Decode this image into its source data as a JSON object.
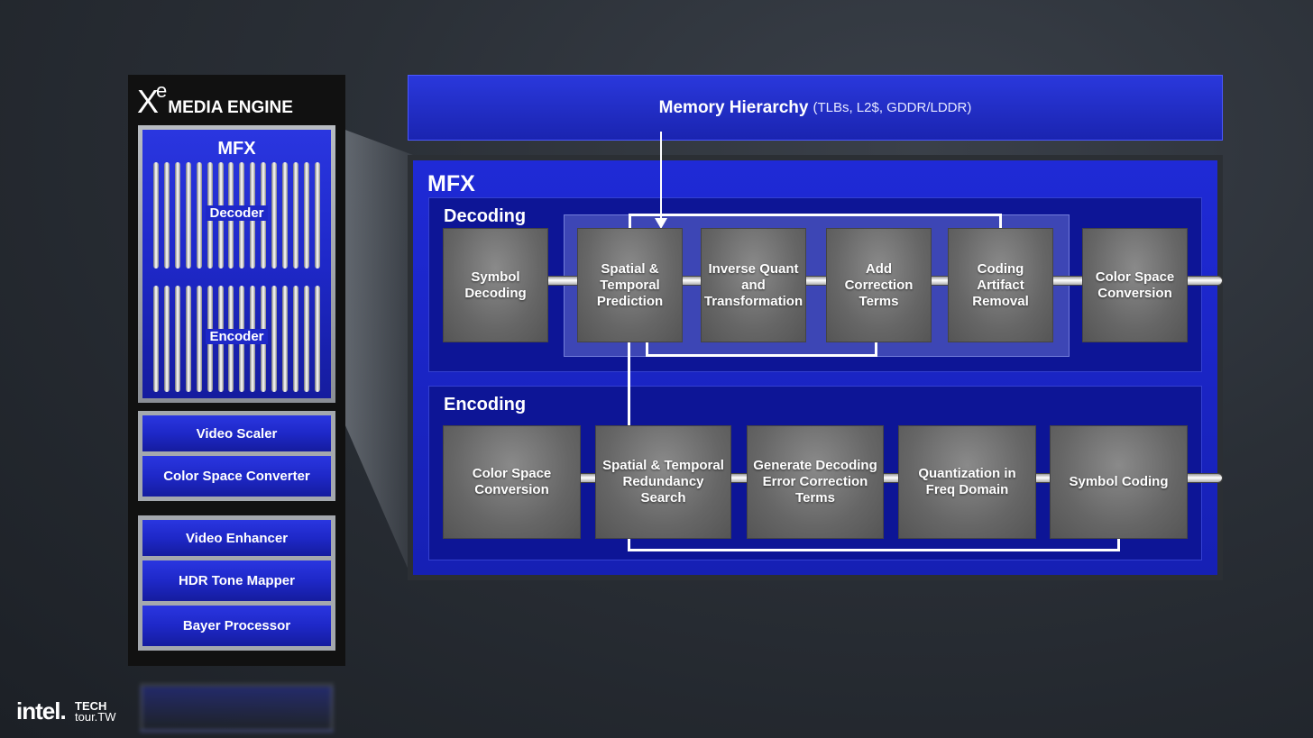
{
  "engine": {
    "title_xe": "X",
    "title_sup": "e",
    "title_rest": "MEDIA ENGINE",
    "mfx_label": "MFX",
    "decoder_label": "Decoder",
    "encoder_label": "Encoder",
    "units_group1": [
      "Video Scaler",
      "Color Space Converter"
    ],
    "units_group2": [
      "Video Enhancer",
      "HDR Tone Mapper",
      "Bayer Processor"
    ]
  },
  "memory": {
    "title": "Memory Hierarchy",
    "subtitle": "(TLBs, L2$, GDDR/LDDR)"
  },
  "mfx": {
    "label": "MFX",
    "decoding": {
      "label": "Decoding",
      "blocks": [
        "Symbol Decoding",
        "Spatial & Temporal Prediction",
        "Inverse Quant and Transformation",
        "Add Correction Terms",
        "Coding Artifact Removal",
        "Color Space Conversion"
      ]
    },
    "encoding": {
      "label": "Encoding",
      "blocks": [
        "Color Space Conversion",
        "Spatial & Temporal Redundancy Search",
        "Generate Decoding Error Correction Terms",
        "Quantization in Freq Domain",
        "Symbol Coding"
      ]
    }
  },
  "logos": {
    "intel": "intel.",
    "techtour_top": "TECH",
    "techtour_bottom": "tour.TW"
  },
  "colors": {
    "accent_blue": "#1f2ad6",
    "dark_blue": "#0d1596",
    "block_gray": "#6a6a6a"
  }
}
